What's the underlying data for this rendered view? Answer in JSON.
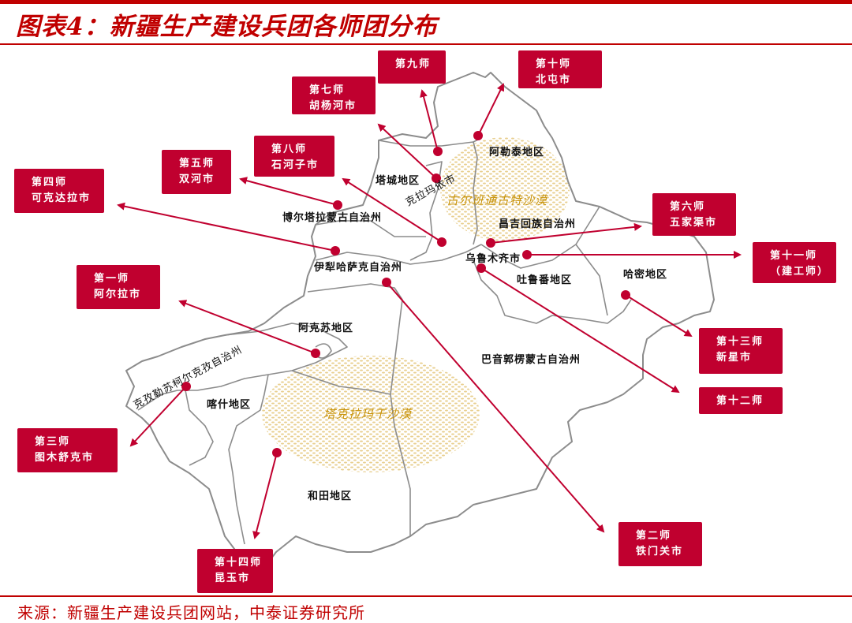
{
  "header": {
    "title": "图表4：新疆生产建设兵团各师团分布"
  },
  "footer": {
    "source": "来源：新疆生产建设兵团网站，中泰证券研究所"
  },
  "colors": {
    "accent": "#c00000",
    "box_fill": "#c0002f",
    "box_text": "#ffffff",
    "boundary": "#8c8c8c",
    "desert_label": "#c8930a",
    "desert_dots": "#e8cf8f"
  },
  "divisions": [
    {
      "id": "div9",
      "line1": "第九师",
      "line2": ""
    },
    {
      "id": "div10",
      "line1": "第十师",
      "line2": "北屯市"
    },
    {
      "id": "div7",
      "line1": "第七师",
      "line2": "胡杨河市"
    },
    {
      "id": "div8",
      "line1": "第八师",
      "line2": "石河子市"
    },
    {
      "id": "div5",
      "line1": "第五师",
      "line2": "双河市"
    },
    {
      "id": "div4",
      "line1": "第四师",
      "line2": "可克达拉市"
    },
    {
      "id": "div6",
      "line1": "第六师",
      "line2": "五家渠市"
    },
    {
      "id": "div11",
      "line1": "第十一师",
      "line2": "（建工师）"
    },
    {
      "id": "div1",
      "line1": "第一师",
      "line2": "阿尔拉市"
    },
    {
      "id": "div13",
      "line1": "第十三师",
      "line2": "新星市"
    },
    {
      "id": "div12",
      "line1": "第十二师",
      "line2": ""
    },
    {
      "id": "div3",
      "line1": "第三师",
      "line2": "图木舒克市"
    },
    {
      "id": "div2",
      "line1": "第二师",
      "line2": "铁门关市"
    },
    {
      "id": "div14",
      "line1": "第十四师",
      "line2": "昆玉市"
    }
  ],
  "regions": [
    {
      "name": "阿勒泰地区"
    },
    {
      "name": "塔城地区"
    },
    {
      "name": "克拉玛依市"
    },
    {
      "name": "博尔塔拉蒙古自治州"
    },
    {
      "name": "昌吉回族自治州"
    },
    {
      "name": "乌鲁木齐市"
    },
    {
      "name": "伊犁哈萨克自治州"
    },
    {
      "name": "吐鲁番地区"
    },
    {
      "name": "哈密地区"
    },
    {
      "name": "阿克苏地区"
    },
    {
      "name": "克孜勒苏柯尔克孜自治州"
    },
    {
      "name": "喀什地区"
    },
    {
      "name": "巴音郭楞蒙古自治州"
    },
    {
      "name": "和田地区"
    }
  ],
  "deserts": [
    {
      "name": "古尔班通古特沙漠"
    },
    {
      "name": "塔克拉玛干沙漠"
    }
  ]
}
